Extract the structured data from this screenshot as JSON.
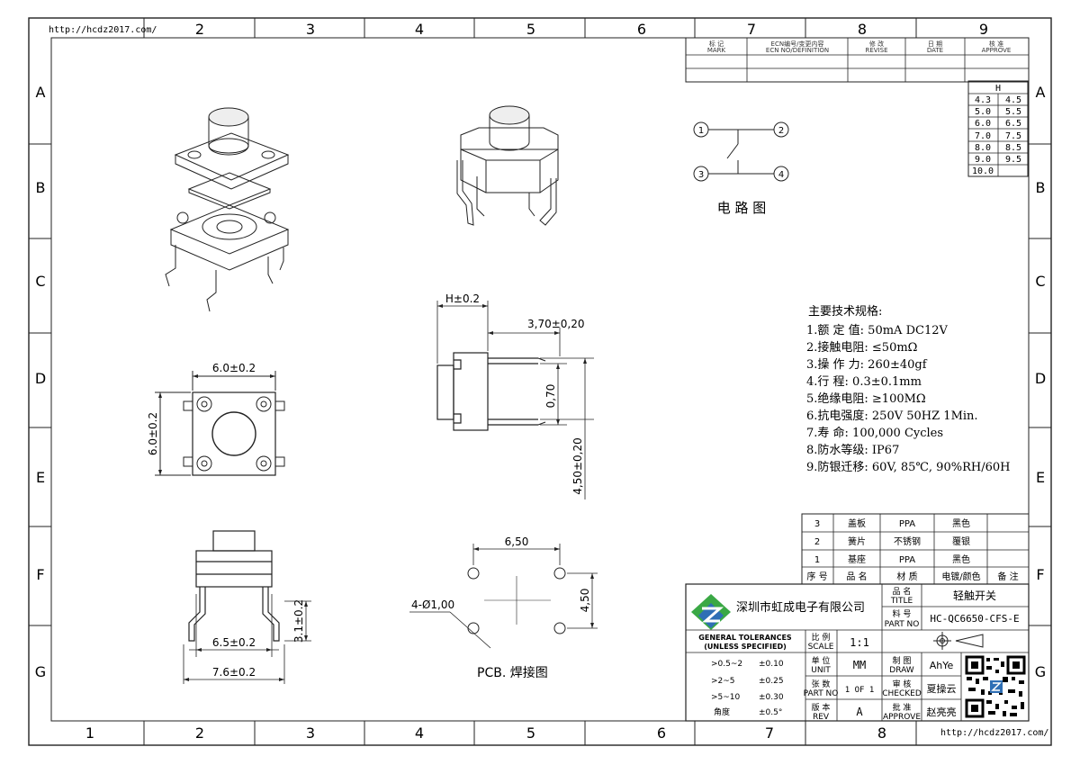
{
  "urls": {
    "top": "http://hcdz2017.com/",
    "bottom": "http://hcdz2017.com/"
  },
  "grid": {
    "top_columns": [
      "2",
      "3",
      "4",
      "5",
      "6",
      "7",
      "8",
      "9"
    ],
    "bottom_columns": [
      "1",
      "2",
      "3",
      "4",
      "5",
      "6",
      "7",
      "8"
    ],
    "rows": [
      "A",
      "B",
      "C",
      "D",
      "E",
      "F",
      "G"
    ]
  },
  "revision_table": {
    "headers": [
      {
        "cn": "标 记",
        "en": "MARK"
      },
      {
        "cn": "ECN编号/变更内容",
        "en": "ECN NO/DEFINITION"
      },
      {
        "cn": "修 改",
        "en": "REVISE"
      },
      {
        "cn": "日 期",
        "en": "DATE"
      },
      {
        "cn": "核 准",
        "en": "APPROVE"
      }
    ]
  },
  "h_table": {
    "header": "H",
    "rows": [
      [
        "4.3",
        "4.5"
      ],
      [
        "5.0",
        "5.5"
      ],
      [
        "6.0",
        "6.5"
      ],
      [
        "7.0",
        "7.5"
      ],
      [
        "8.0",
        "8.5"
      ],
      [
        "9.0",
        "9.5"
      ],
      [
        "10.0",
        ""
      ]
    ]
  },
  "circuit": {
    "pins": [
      "1",
      "2",
      "3",
      "4"
    ],
    "caption": "电 路 图"
  },
  "specs": {
    "title": "主要技术规格:",
    "lines": [
      "1.额 定 值: 50mA DC12V",
      "2.接触电阻: ≤50mΩ",
      "3.操 作 力: 260±40gf",
      "4.行    程: 0.3±0.1mm",
      "5.绝缘电阻: ≥100MΩ",
      "6.抗电强度: 250V 50HZ 1Min.",
      "7.寿    命: 100,000 Cycles",
      "8.防水等级: IP67",
      "9.防银迁移: 60V, 85℃, 90%RH/60H"
    ]
  },
  "dims": {
    "top_width": "6.0±0.2",
    "top_height": "6.0±0.2",
    "side_h": "H±0.2",
    "side_370": "3,70±0,20",
    "side_070": "0,70",
    "side_450": "4,50±0,20",
    "front_65": "6.5±0.2",
    "front_76": "7.6±0.2",
    "front_31": "3.1±0.2",
    "pcb_650": "6,50",
    "pcb_450": "4,50",
    "pcb_hole": "4-Ø1,00",
    "pcb_caption": "PCB. 焊接图"
  },
  "bom": {
    "rows": [
      [
        "3",
        "盖板",
        "PPA",
        "黑色",
        ""
      ],
      [
        "2",
        "簧片",
        "不锈钢",
        "覆银",
        ""
      ],
      [
        "1",
        "基座",
        "PPA",
        "黑色",
        ""
      ]
    ],
    "header": [
      "序 号",
      "品 名",
      "材 质",
      "电镀/颜色",
      "备 注"
    ]
  },
  "title_block": {
    "company": "深圳市虹成电子有限公司",
    "name_label_cn": "品 名",
    "name_label_en": "TITLE",
    "name_value": "轻触开关",
    "part_label_cn": "料 号",
    "part_label_en": "PART NO",
    "part_value": "HC-QC6650-CFS-E",
    "gt_line1": "GENERAL TOLERANCES",
    "gt_line2": "(UNLESS SPECIFIED)",
    "tol": [
      [
        ">0.5~2",
        "±0.10"
      ],
      [
        ">2~5",
        "±0.25"
      ],
      [
        ">5~10",
        "±0.30"
      ],
      [
        "角度",
        "±0.5°"
      ]
    ],
    "scale_cn": "比 例",
    "scale_en": "SCALE",
    "scale_value": "1:1",
    "unit_cn": "单 位",
    "unit_en": "UNIT",
    "unit_value": "MM",
    "sheet_cn": "张 数",
    "sheet_en": "PART NO",
    "sheet_value": "1 OF 1",
    "rev_cn": "版 本",
    "rev_en": "REV",
    "rev_value": "A",
    "draw_cn": "制 图",
    "draw_en": "DRAW",
    "draw_value": "AhYe",
    "check_cn": "审 核",
    "check_en": "CHECKED",
    "check_value": "夏操云",
    "approve_cn": "批 准",
    "approve_en": "APPROVE",
    "approve_value": "赵亮亮"
  },
  "colors": {
    "line": "#222222",
    "logo_green": "#3aa845",
    "logo_blue": "#2f6fb5"
  }
}
